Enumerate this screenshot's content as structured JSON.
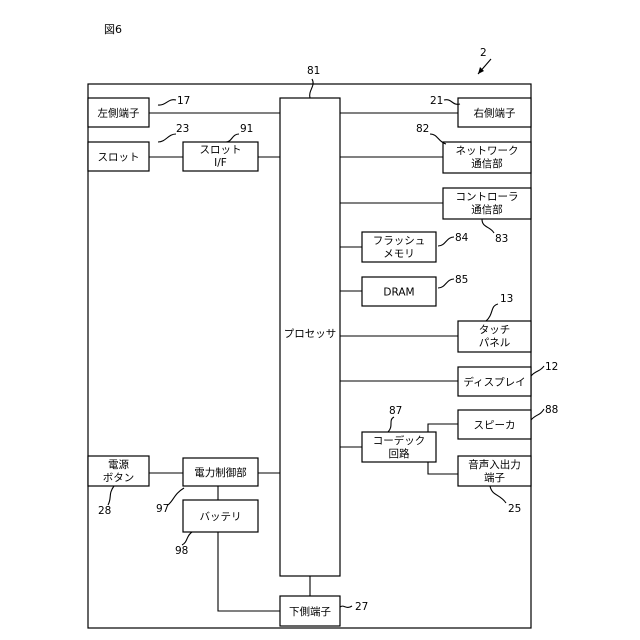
{
  "figure_label": "図6",
  "device_ref": "2",
  "processor": {
    "label": "プロセッサ",
    "ref": "81"
  },
  "blocks": {
    "left_terminal": {
      "label": "左側端子",
      "ref": "17"
    },
    "slot": {
      "label": "スロット",
      "ref": "23"
    },
    "slot_if": {
      "line1": "スロット",
      "line2": "I/F",
      "ref": "91"
    },
    "power_button": {
      "line1": "電源",
      "line2": "ボタン",
      "ref": "28"
    },
    "power_control": {
      "label": "電力制御部",
      "ref": "97"
    },
    "battery": {
      "label": "バッテリ",
      "ref": "98"
    },
    "bottom_terminal": {
      "label": "下側端子",
      "ref": "27"
    },
    "right_terminal": {
      "label": "右側端子",
      "ref": "21"
    },
    "network_comm": {
      "line1": "ネットワーク",
      "line2": "通信部",
      "ref": "82"
    },
    "controller_comm": {
      "line1": "コントローラ",
      "line2": "通信部",
      "ref": "83"
    },
    "flash_memory": {
      "line1": "フラッシュ",
      "line2": "メモリ",
      "ref": "84"
    },
    "dram": {
      "label": "DRAM",
      "ref": "85"
    },
    "touch_panel": {
      "line1": "タッチ",
      "line2": "パネル",
      "ref": "13"
    },
    "display": {
      "label": "ディスプレイ",
      "ref": "12"
    },
    "codec": {
      "line1": "コーデック",
      "line2": "回路",
      "ref": "87"
    },
    "speaker": {
      "label": "スピーカ",
      "ref": "88"
    },
    "audio_jack": {
      "line1": "音声入出力",
      "line2": "端子",
      "ref": "25"
    }
  }
}
